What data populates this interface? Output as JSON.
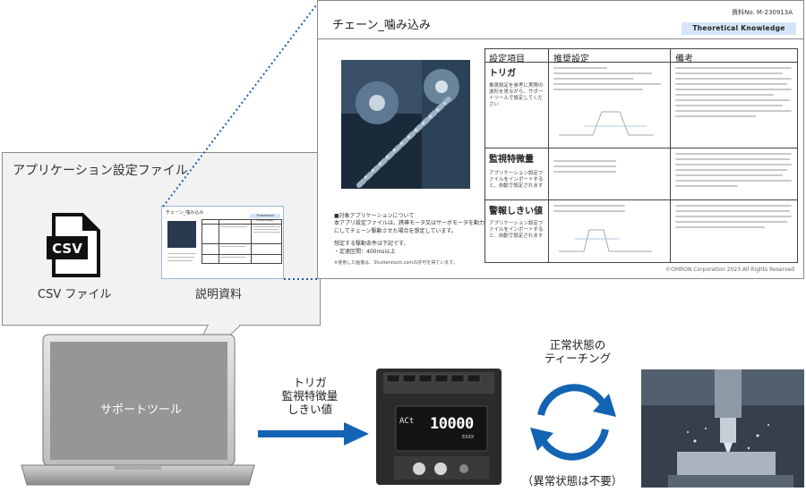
{
  "app_file": {
    "title": "アプリケーション設定ファイル",
    "csv_icon_text": "CSV",
    "csv_caption": "CSV ファイル",
    "doc_caption": "説明資料"
  },
  "thumbnail": {
    "title": "チェーン_噛み込み",
    "badge": "Theoretical Knowledge"
  },
  "document": {
    "number": "資料No. M-230913A",
    "title": "チェーン_噛み込み",
    "badge": "Theoretical  Knowledge",
    "notes": {
      "target_heading": "■対象アプリケーションについて",
      "target_body": "本アプリ設定ファイルは、誘導モータ又はサーボモータを動力にしてチェーン駆動させた場合を想定しています。",
      "condition_heading": "想定する駆動条件は下記です。",
      "condition_body": "・定速区間：400ms以上",
      "image_credit": "※使用した画像は、Shutterstock.comの許可を得ています。"
    },
    "copyright": "©OMRON Corporation 2023 All Rights Reserved",
    "table": {
      "headers": [
        "設定項目",
        "推奨設定",
        "備考"
      ],
      "rows": [
        {
          "name": "トリガ",
          "desc": "推奨設定を参考に実際の波形を見ながら、サポートツールで設定してください"
        },
        {
          "name": "監視特微量",
          "desc": "アプリケーション設定ファイルをインポートすると、自動で設定されます"
        },
        {
          "name": "警報しきい値",
          "desc": "アプリケーション設定ファイルをインポートすると、自動で設定されます"
        }
      ]
    }
  },
  "laptop": {
    "screen_label": "サポートツール"
  },
  "flow": {
    "settings_lines": [
      "トリガ",
      "監視特徴量",
      "しきい値"
    ],
    "teaching_lines": [
      "正常状態の",
      "ティーチング"
    ],
    "abnormal_note": "（異常状態は不要）"
  },
  "device": {
    "display_left": "ACt",
    "display_value": "10000",
    "display_unit": "EXXX"
  },
  "colors": {
    "arrow_blue": "#1464b4",
    "badge_blue": "#d4e5f7",
    "dotted_blue": "#1f5fae"
  }
}
